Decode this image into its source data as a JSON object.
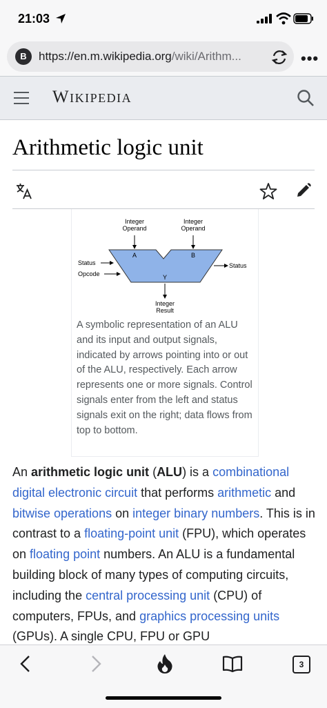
{
  "status_bar": {
    "time": "21:03"
  },
  "browser": {
    "badge": "B",
    "url_host": "https://en.m.wikipedia.org",
    "url_path": "/wiki/Arithm...",
    "more": "•••"
  },
  "wiki": {
    "wordmark": "Wikipedia",
    "title": "Arithmetic logic unit"
  },
  "figure": {
    "labels": {
      "integer_operand_1": "Integer",
      "integer_operand_1b": "Operand",
      "integer_operand_2": "Integer",
      "integer_operand_2b": "Operand",
      "a": "A",
      "b": "B",
      "y": "Y",
      "status_in": "Status",
      "opcode": "Opcode",
      "status_out": "Status",
      "integer_result": "Integer",
      "integer_result_b": "Result"
    },
    "caption": "A symbolic representation of an ALU and its input and output signals, indicated by arrows pointing into or out of the ALU, respectively. Each arrow represents one or more signals. Control signals enter from the left and status signals exit on the right; data flows from top to bottom."
  },
  "body": {
    "t1": "An ",
    "b1": "arithmetic logic unit",
    "t2": " (",
    "b2": "ALU",
    "t3": ") is a ",
    "l1": "combinational digital electronic circuit",
    "t4": " that performs ",
    "l2": "arithmetic",
    "t5": " and ",
    "l3": "bitwise operations",
    "t6": " on ",
    "l4": "integer binary numbers",
    "t7": ". This is in contrast to a ",
    "l5": "floating-point unit",
    "t8": " (FPU), which operates on ",
    "l6": "floating point",
    "t9": " numbers. An ALU is a fundamental building block of many types of computing circuits, including the ",
    "l7": "central processing unit",
    "t10": " (CPU) of computers, FPUs, and ",
    "l8": "graphics processing units",
    "t11": " (GPUs). A single CPU, FPU or GPU"
  },
  "toolbar": {
    "tab_count": "3"
  },
  "colors": {
    "link": "#3366cc",
    "alu_fill": "#8fb3e8",
    "header_bg": "#eaecf0"
  }
}
